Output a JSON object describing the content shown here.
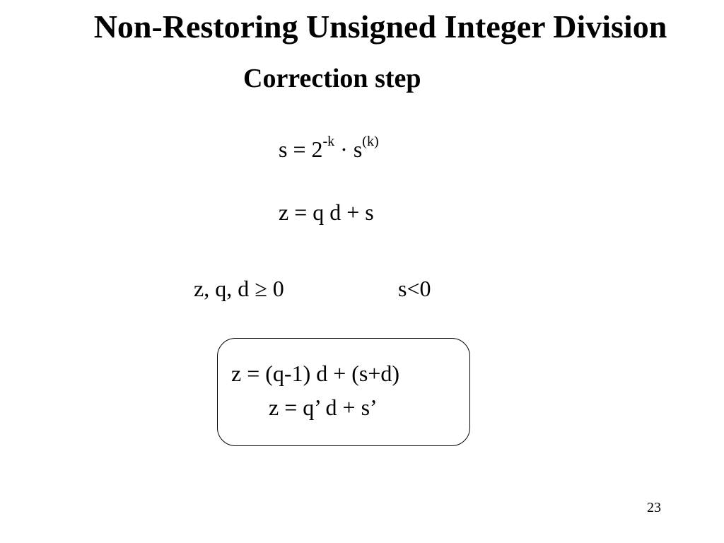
{
  "slide": {
    "title": "Non-Restoring Unsigned Integer Division",
    "subtitle": "Correction step",
    "eq1": {
      "lhs": "s = 2",
      "exp1": "-k",
      "mid": "· s",
      "exp2": "(k)"
    },
    "eq2": "z = q d + s",
    "condition_left": "z, q, d ≥ 0",
    "condition_right": "s<0",
    "box": {
      "line1": "z = (q-1) d + (s+d)",
      "line2": "z = q’ d + s’"
    },
    "page_number": "23"
  }
}
